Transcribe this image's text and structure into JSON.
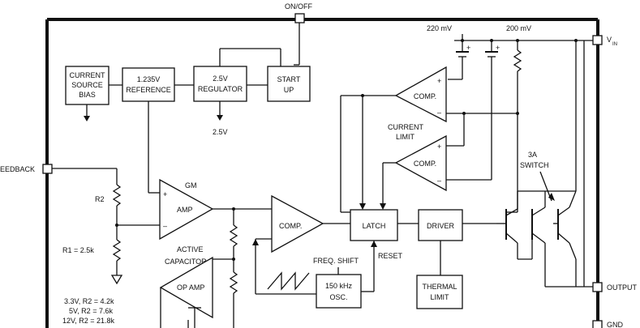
{
  "pins": {
    "on_off": "ON/OFF",
    "vin": "V",
    "vin_sub": "IN",
    "feedback": "EEDBACK",
    "output": "OUTPUT",
    "gnd": "GND"
  },
  "blocks": {
    "current_source_bias": [
      "CURRENT",
      "SOURCE",
      "BIAS"
    ],
    "reference": [
      "1.235V",
      "REFERENCE"
    ],
    "regulator": [
      "2.5V",
      "REGULATOR"
    ],
    "start_up": [
      "START",
      "UP"
    ],
    "latch": "LATCH",
    "driver": "DRIVER",
    "oscillator": [
      "150 kHz",
      "OSC."
    ],
    "thermal_limit": [
      "THERMAL",
      "LIMIT"
    ]
  },
  "amplifiers": {
    "comp_upper": "COMP.",
    "comp_lower": "COMP.",
    "comp_main": "COMP.",
    "gm_amp_title": "GM",
    "gm_amp": "AMP",
    "op_amp": "OP AMP"
  },
  "labels": {
    "mv_220": "220 mV",
    "mv_200": "200 mV",
    "current_limit": [
      "CURRENT",
      "LIMIT"
    ],
    "reg_out": "2.5V",
    "switch": [
      "3A",
      "SWITCH"
    ],
    "r2": "R2",
    "r1": "R1 = 2.5k",
    "active_capacitor": [
      "ACTIVE",
      "CAPACITOR"
    ],
    "freq_shift": "FREQ. SHIFT",
    "reset": "RESET",
    "plus": "+",
    "minus": "–"
  },
  "r2_table": [
    "3.3V, R2 = 4.2k",
    "5V, R2 = 7.6k",
    "12V, R2 = 21.8k"
  ]
}
